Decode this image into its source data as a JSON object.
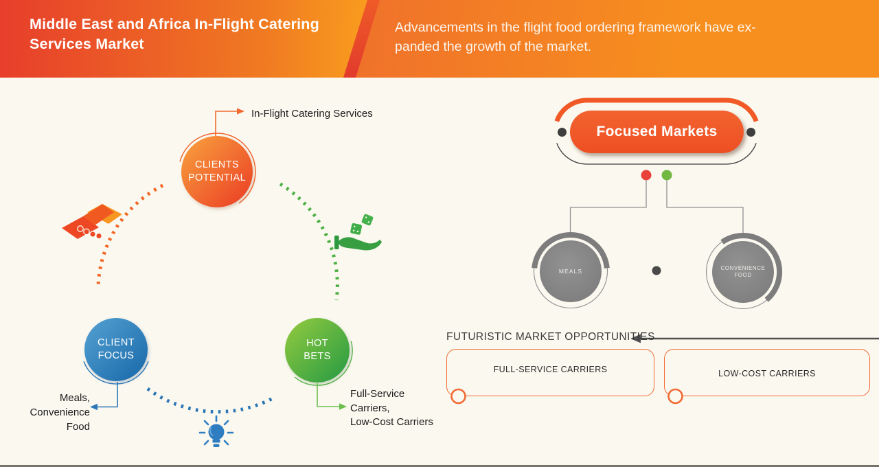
{
  "header": {
    "title_lines": [
      "Middle East and Africa In-Flight Catering",
      "Services Market"
    ],
    "subtitle_lines": [
      "Advancements in the flight food ordering framework have ex-",
      "panded the growth of the market."
    ]
  },
  "cycle": {
    "nodes": [
      {
        "id": "clients-potential",
        "label": "CLIENTS POTENTIAL",
        "color": "#f05a28",
        "note": "In-Flight Catering Services"
      },
      {
        "id": "client-focus",
        "label": "CLIENT FOCUS",
        "color": "#2a74b5",
        "note_lines": [
          "Meals,",
          "Convenience",
          "Food"
        ]
      },
      {
        "id": "hot-bets",
        "label": "HOT BETS",
        "color": "#50ad42",
        "note_lines": [
          "Full-Service",
          "Carriers,",
          "Low-Cost Carriers"
        ]
      }
    ],
    "icons": [
      "handshake-icon",
      "dice-in-hand-icon",
      "lightbulb-icon"
    ]
  },
  "focused_markets": {
    "pill_label": "Focused Markets",
    "pill_color": "#f0572a",
    "categories": [
      {
        "label": "MEALS"
      },
      {
        "label_lines": [
          "CONVENIENCE",
          "FOOD"
        ]
      }
    ],
    "heading": "FUTURISTIC MARKET OPPORTUNITIES",
    "opportunities": [
      {
        "label": "FULL-SERVICE CARRIERS"
      },
      {
        "label": "LOW-COST CARRIERS"
      }
    ]
  },
  "colors": {
    "background": "#faf8ef",
    "header_red": "#e73e2b",
    "header_orange": "#f89b1d",
    "accent_orange": "#f15a25",
    "accent_blue": "#2a74b5",
    "accent_green": "#4caf3f",
    "node_gray": "#8a8a8a",
    "dot_red": "#e8423a",
    "dot_green": "#72b843"
  }
}
